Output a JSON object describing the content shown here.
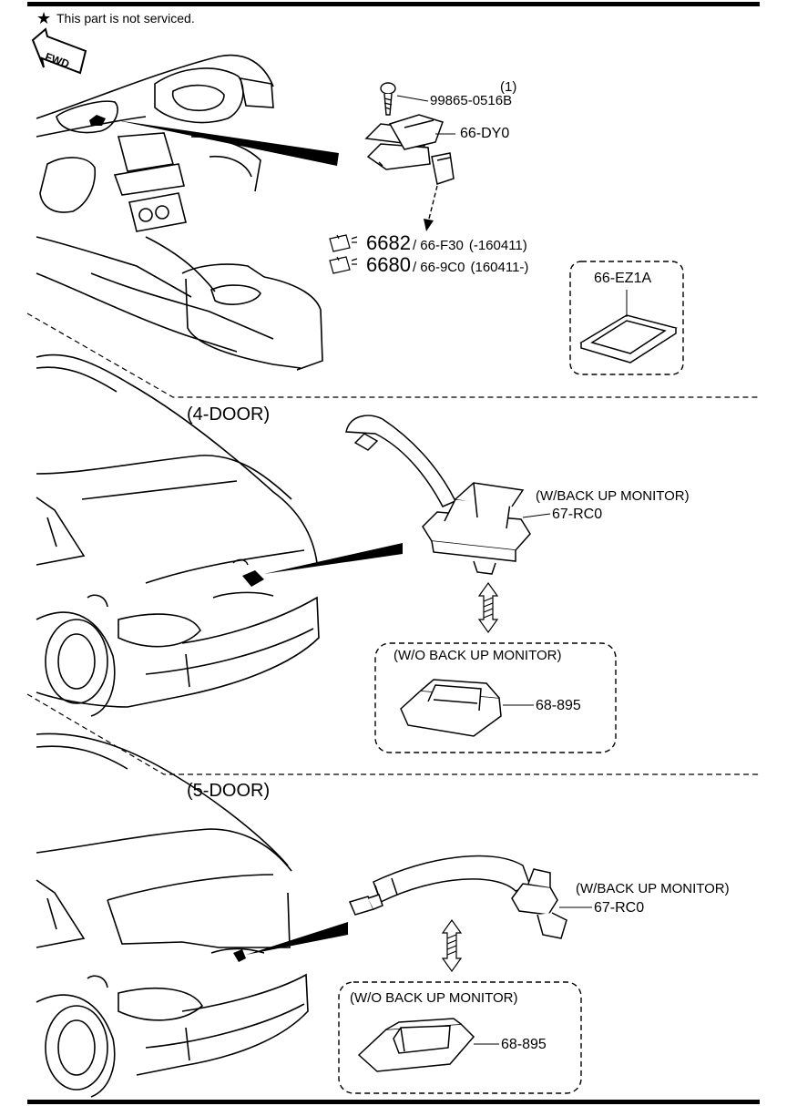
{
  "note": {
    "star": "★",
    "text": "This part is not serviced."
  },
  "fwd": "FWD",
  "top_section": {
    "screw": {
      "qty": "(1)",
      "part": "99865-0516B"
    },
    "receiver": {
      "part": "66-DY0"
    },
    "refs": [
      {
        "fig": "6682",
        "part": "/ 66-F30",
        "range": "(-160411)"
      },
      {
        "fig": "6680",
        "part": "/ 66-9C0",
        "range": "(160411-)"
      }
    ],
    "sd_card": {
      "part": "66-EZ1A"
    }
  },
  "four_door": {
    "title": "(4-DOOR)",
    "with_monitor": {
      "label": "(W/BACK UP MONITOR)",
      "part": "67-RC0"
    },
    "without_monitor": {
      "label": "(W/O BACK UP MONITOR)",
      "part": "68-895"
    }
  },
  "five_door": {
    "title": "(5-DOOR)",
    "with_monitor": {
      "label": "(W/BACK UP MONITOR)",
      "part": "67-RC0"
    },
    "without_monitor": {
      "label": "(W/O BACK UP MONITOR)",
      "part": "68-895"
    }
  }
}
